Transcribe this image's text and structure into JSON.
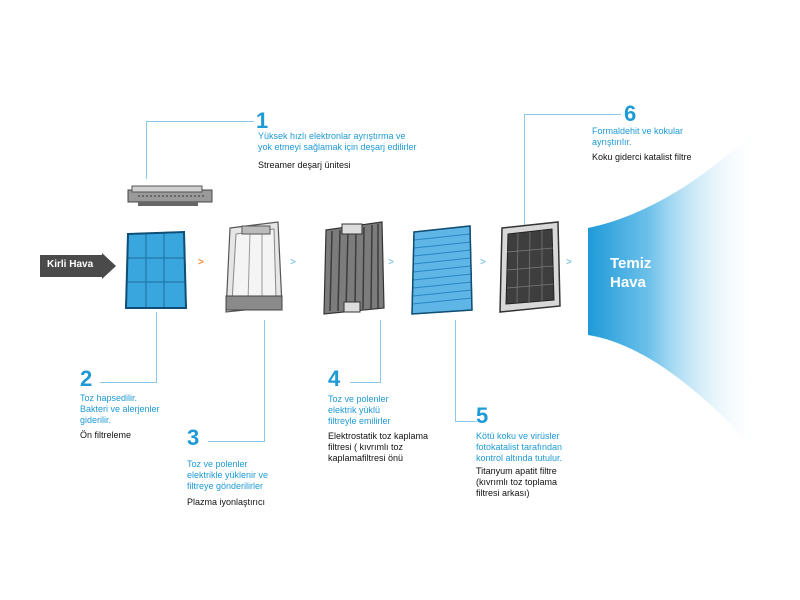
{
  "input": {
    "label": "Kirli Hava"
  },
  "output": {
    "label_line1": "Temiz",
    "label_line2": "Hava"
  },
  "steps": [
    {
      "number": "1",
      "desc": [
        "Yüksek hızlı elektronlar ayrıştırma ve",
        "yok etmeyi sağlamak için deşarj edilirler"
      ],
      "name": [
        "Streamer deşarj ünitesi"
      ]
    },
    {
      "number": "2",
      "desc": [
        "Toz hapsedilir.",
        "Bakteri ve alerjenler",
        "giderilir."
      ],
      "name": [
        "Ön filtreleme"
      ]
    },
    {
      "number": "3",
      "desc": [
        "Toz ve polenler",
        "elektrikle yüklenir ve",
        "filtreye gönderilirler"
      ],
      "name": [
        "Plazma iyonlaştırıcı"
      ]
    },
    {
      "number": "4",
      "desc": [
        "Toz ve polenler",
        "elektrik yüklü",
        "filtreyle emilirler"
      ],
      "name": [
        "Elektrostatik toz kaplama",
        "filtresi ( kıvrımlı toz",
        "kaplamafiltresi önü"
      ]
    },
    {
      "number": "5",
      "desc": [
        "Kötü koku ve virüsler",
        "fotokatalist tarafından",
        "kontrol altında tutulur."
      ],
      "name": [
        "Titanyum apatit filtre",
        "(kıvrımlı toz toplama",
        "filtresi arkası)"
      ]
    },
    {
      "number": "6",
      "desc": [
        "Formaldehit ve kokular",
        "ayrıştırılır."
      ],
      "name": [
        "Koku giderci katalist filtre"
      ]
    }
  ],
  "colors": {
    "accent": "#1e9ad6",
    "line": "#8cc8ea",
    "arrow_dark": "#4a4a4a",
    "filter_blue": "#3aa6de"
  }
}
